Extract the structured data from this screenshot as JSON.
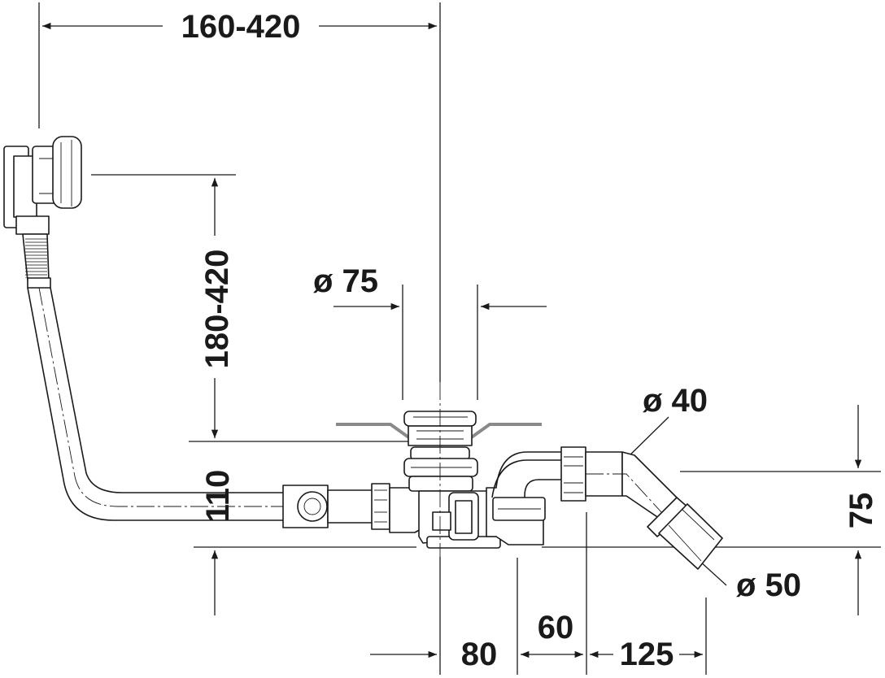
{
  "dimensions": {
    "overflow_horizontal_range": "160-420",
    "overflow_height_range": "180-420",
    "drain_diameter": "ø 75",
    "outlet_pipe_diameter": "ø 40",
    "outlet_connection_diameter": "ø 50",
    "pipe_height": "110",
    "outlet_height": "75",
    "dim_80": "80",
    "dim_60": "60",
    "dim_125": "125"
  },
  "colors": {
    "line": "#1a1a1a",
    "tub_rim": "#8a8a8a",
    "background": "#ffffff"
  }
}
